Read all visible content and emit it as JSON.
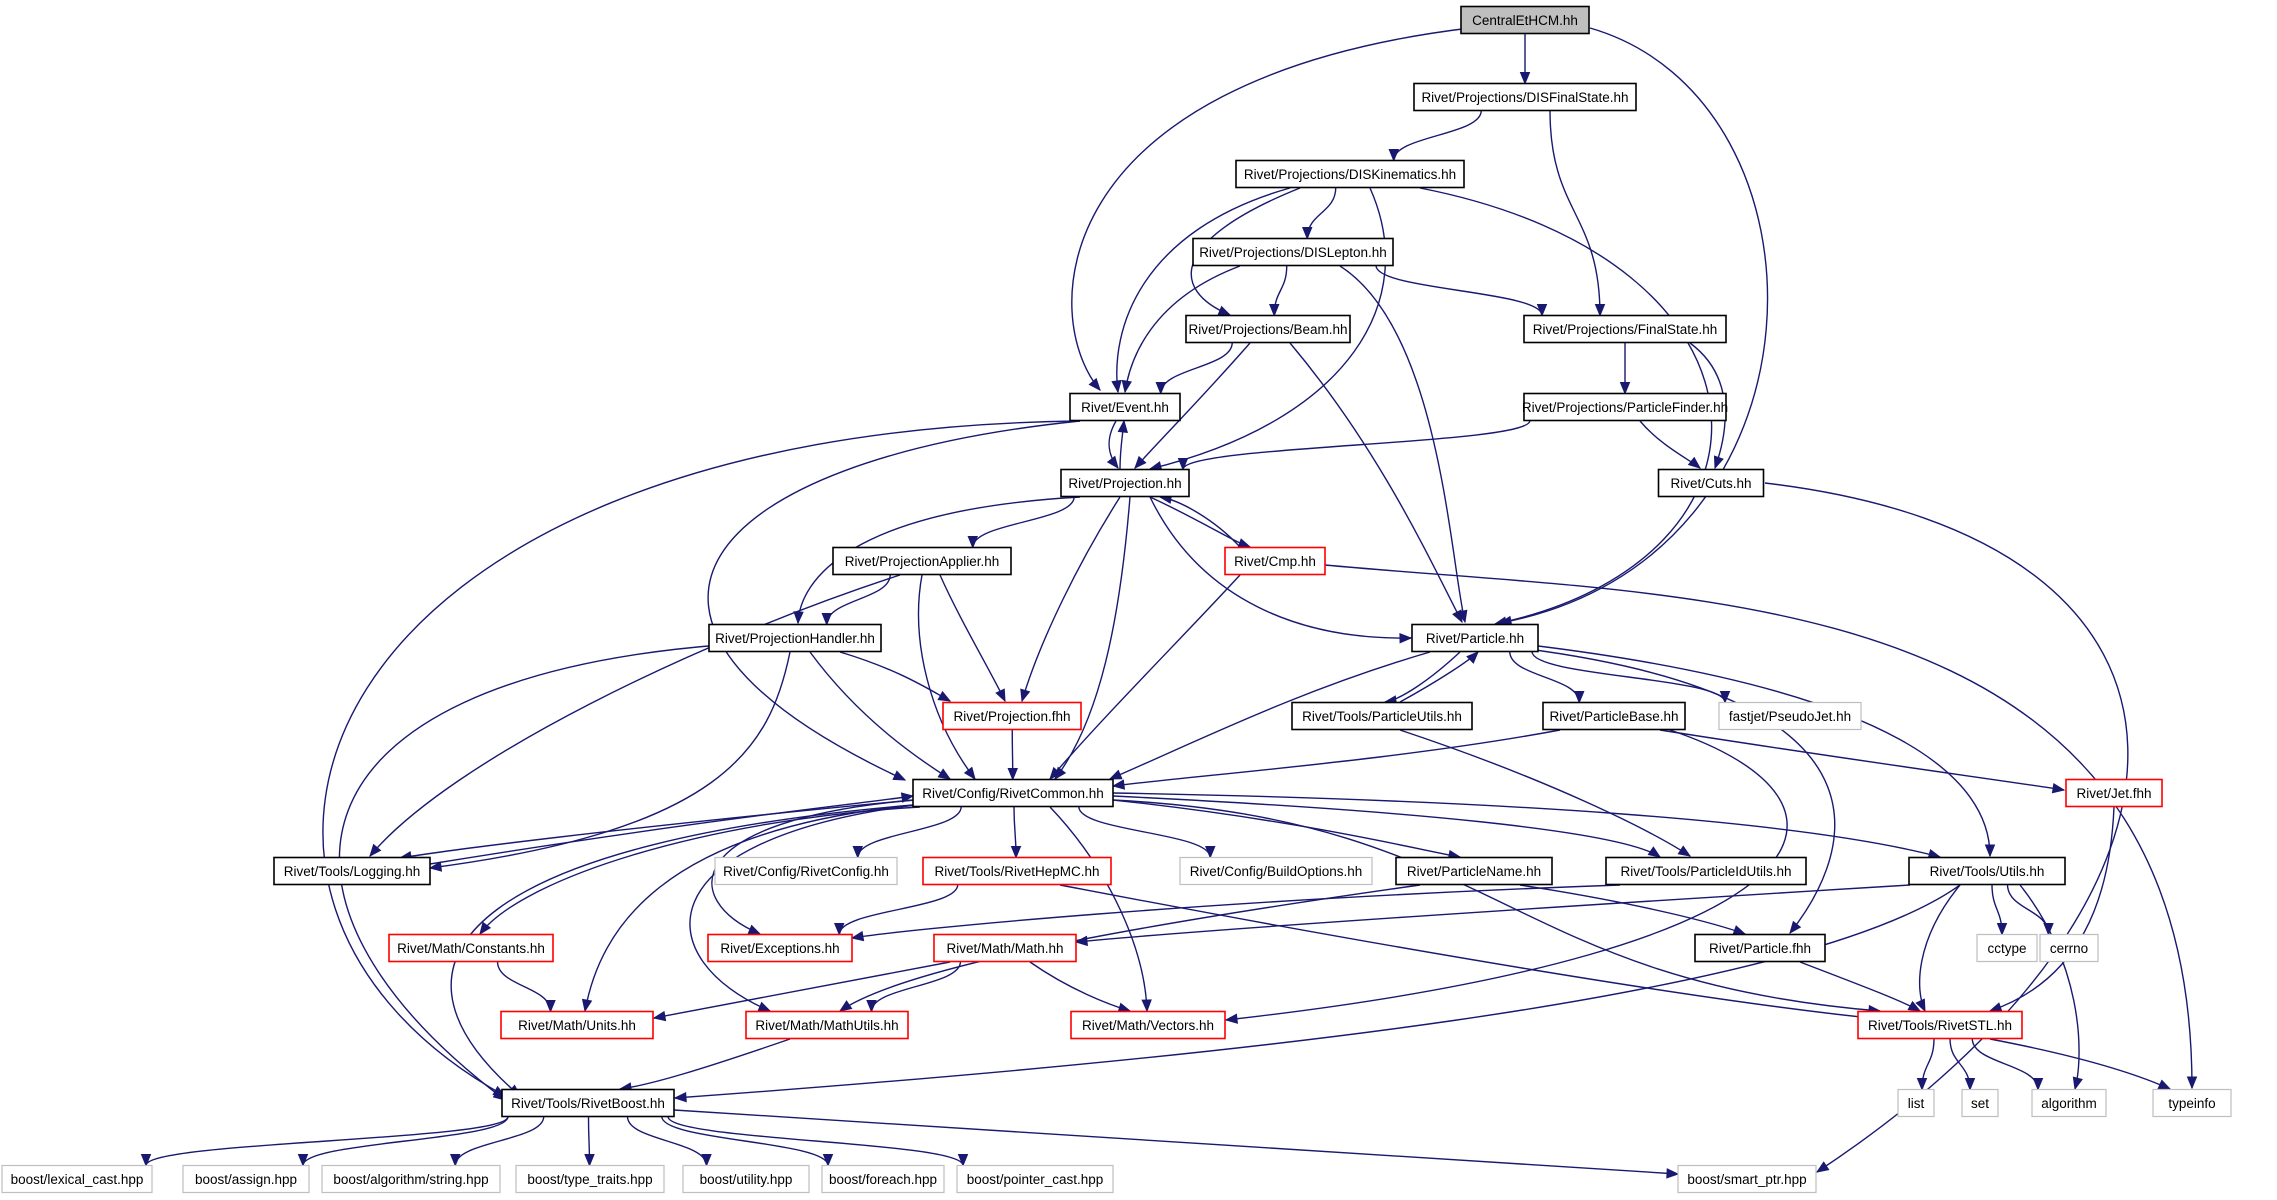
{
  "nodes": {
    "root": {
      "label": "CentralEtHCM.hh",
      "kind": "root"
    },
    "disfs": {
      "label": "Rivet/Projections/DISFinalState.hh",
      "kind": "normal"
    },
    "diskin": {
      "label": "Rivet/Projections/DISKinematics.hh",
      "kind": "normal"
    },
    "dislep": {
      "label": "Rivet/Projections/DISLepton.hh",
      "kind": "normal"
    },
    "beam": {
      "label": "Rivet/Projections/Beam.hh",
      "kind": "normal"
    },
    "finalstate": {
      "label": "Rivet/Projections/FinalState.hh",
      "kind": "normal"
    },
    "pfinder": {
      "label": "Rivet/Projections/ParticleFinder.hh",
      "kind": "normal"
    },
    "event": {
      "label": "Rivet/Event.hh",
      "kind": "normal"
    },
    "projection": {
      "label": "Rivet/Projection.hh",
      "kind": "normal"
    },
    "cuts": {
      "label": "Rivet/Cuts.hh",
      "kind": "normal"
    },
    "projapplier": {
      "label": "Rivet/ProjectionApplier.hh",
      "kind": "normal"
    },
    "cmp": {
      "label": "Rivet/Cmp.hh",
      "kind": "red"
    },
    "projhandler": {
      "label": "Rivet/ProjectionHandler.hh",
      "kind": "normal"
    },
    "particle": {
      "label": "Rivet/Particle.hh",
      "kind": "normal"
    },
    "projfhh": {
      "label": "Rivet/Projection.fhh",
      "kind": "red"
    },
    "putils": {
      "label": "Rivet/Tools/ParticleUtils.hh",
      "kind": "normal"
    },
    "pbase": {
      "label": "Rivet/ParticleBase.hh",
      "kind": "normal"
    },
    "pseudojet": {
      "label": "fastjet/PseudoJet.hh",
      "kind": "ext"
    },
    "jetfhh": {
      "label": "Rivet/Jet.fhh",
      "kind": "red"
    },
    "rivetcommon": {
      "label": "Rivet/Config/RivetCommon.hh",
      "kind": "normal"
    },
    "logging": {
      "label": "Rivet/Tools/Logging.hh",
      "kind": "normal"
    },
    "rivetconfig": {
      "label": "Rivet/Config/RivetConfig.hh",
      "kind": "ext"
    },
    "hepmc": {
      "label": "Rivet/Tools/RivetHepMC.hh",
      "kind": "red"
    },
    "buildopts": {
      "label": "Rivet/Config/BuildOptions.hh",
      "kind": "ext"
    },
    "pname": {
      "label": "Rivet/ParticleName.hh",
      "kind": "normal"
    },
    "pidutils": {
      "label": "Rivet/Tools/ParticleIdUtils.hh",
      "kind": "normal"
    },
    "utils": {
      "label": "Rivet/Tools/Utils.hh",
      "kind": "normal"
    },
    "constants": {
      "label": "Rivet/Math/Constants.hh",
      "kind": "red"
    },
    "exceptions": {
      "label": "Rivet/Exceptions.hh",
      "kind": "red"
    },
    "mathhh": {
      "label": "Rivet/Math/Math.hh",
      "kind": "red"
    },
    "pfhh": {
      "label": "Rivet/Particle.fhh",
      "kind": "normal"
    },
    "cctype": {
      "label": "cctype",
      "kind": "ext"
    },
    "cerrno": {
      "label": "cerrno",
      "kind": "ext"
    },
    "units": {
      "label": "Rivet/Math/Units.hh",
      "kind": "red"
    },
    "mathutils": {
      "label": "Rivet/Math/MathUtils.hh",
      "kind": "red"
    },
    "vectors": {
      "label": "Rivet/Math/Vectors.hh",
      "kind": "red"
    },
    "rivetstl": {
      "label": "Rivet/Tools/RivetSTL.hh",
      "kind": "red"
    },
    "rivetboost": {
      "label": "Rivet/Tools/RivetBoost.hh",
      "kind": "normal"
    },
    "list": {
      "label": "list",
      "kind": "ext"
    },
    "set": {
      "label": "set",
      "kind": "ext"
    },
    "algorithm": {
      "label": "algorithm",
      "kind": "ext"
    },
    "typeinfo": {
      "label": "typeinfo",
      "kind": "ext"
    },
    "lexcast": {
      "label": "boost/lexical_cast.hpp",
      "kind": "ext"
    },
    "assign": {
      "label": "boost/assign.hpp",
      "kind": "ext"
    },
    "algostr": {
      "label": "boost/algorithm/string.hpp",
      "kind": "ext"
    },
    "typetraits": {
      "label": "boost/type_traits.hpp",
      "kind": "ext"
    },
    "utility": {
      "label": "boost/utility.hpp",
      "kind": "ext"
    },
    "foreach": {
      "label": "boost/foreach.hpp",
      "kind": "ext"
    },
    "pointercast": {
      "label": "boost/pointer_cast.hpp",
      "kind": "ext"
    },
    "smartptr": {
      "label": "boost/smart_ptr.hpp",
      "kind": "ext"
    }
  },
  "edges": [
    [
      "root",
      "disfs"
    ],
    [
      "root",
      "event"
    ],
    [
      "root",
      "particle"
    ],
    [
      "disfs",
      "diskin"
    ],
    [
      "disfs",
      "finalstate"
    ],
    [
      "diskin",
      "dislep"
    ],
    [
      "diskin",
      "beam"
    ],
    [
      "diskin",
      "event"
    ],
    [
      "diskin",
      "projection"
    ],
    [
      "diskin",
      "particle"
    ],
    [
      "dislep",
      "beam"
    ],
    [
      "dislep",
      "finalstate"
    ],
    [
      "dislep",
      "event"
    ],
    [
      "dislep",
      "particle"
    ],
    [
      "beam",
      "event"
    ],
    [
      "beam",
      "projection"
    ],
    [
      "beam",
      "particle"
    ],
    [
      "finalstate",
      "pfinder"
    ],
    [
      "finalstate",
      "cuts"
    ],
    [
      "pfinder",
      "projection"
    ],
    [
      "pfinder",
      "cuts"
    ],
    [
      "event",
      "projection"
    ],
    [
      "event",
      "rivetcommon"
    ],
    [
      "event",
      "rivetboost"
    ],
    [
      "projection",
      "event"
    ],
    [
      "projection",
      "cmp"
    ],
    [
      "projection",
      "projapplier"
    ],
    [
      "projection",
      "projhandler"
    ],
    [
      "projection",
      "projfhh"
    ],
    [
      "projection",
      "particle"
    ],
    [
      "projection",
      "rivetcommon"
    ],
    [
      "cuts",
      "smartptr"
    ],
    [
      "cmp",
      "projection"
    ],
    [
      "cmp",
      "rivetcommon"
    ],
    [
      "cmp",
      "typeinfo"
    ],
    [
      "projapplier",
      "projhandler"
    ],
    [
      "projapplier",
      "projfhh"
    ],
    [
      "projapplier",
      "rivetcommon"
    ],
    [
      "projapplier",
      "logging"
    ],
    [
      "projhandler",
      "projfhh"
    ],
    [
      "projhandler",
      "rivetcommon"
    ],
    [
      "projhandler",
      "logging"
    ],
    [
      "projhandler",
      "rivetboost"
    ],
    [
      "projfhh",
      "rivetcommon"
    ],
    [
      "particle",
      "putils"
    ],
    [
      "particle",
      "pbase"
    ],
    [
      "particle",
      "pseudojet"
    ],
    [
      "particle",
      "rivetcommon"
    ],
    [
      "particle",
      "utils"
    ],
    [
      "particle",
      "pfhh"
    ],
    [
      "putils",
      "particle"
    ],
    [
      "putils",
      "pidutils"
    ],
    [
      "pbase",
      "rivetcommon"
    ],
    [
      "pbase",
      "jetfhh"
    ],
    [
      "pbase",
      "vectors"
    ],
    [
      "jetfhh",
      "rivetstl"
    ],
    [
      "rivetcommon",
      "logging"
    ],
    [
      "rivetcommon",
      "rivetconfig"
    ],
    [
      "rivetcommon",
      "hepmc"
    ],
    [
      "rivetcommon",
      "buildopts"
    ],
    [
      "rivetcommon",
      "pname"
    ],
    [
      "rivetcommon",
      "pidutils"
    ],
    [
      "rivetcommon",
      "utils"
    ],
    [
      "rivetcommon",
      "constants"
    ],
    [
      "rivetcommon",
      "exceptions"
    ],
    [
      "rivetcommon",
      "units"
    ],
    [
      "rivetcommon",
      "mathutils"
    ],
    [
      "rivetcommon",
      "vectors"
    ],
    [
      "rivetcommon",
      "rivetstl"
    ],
    [
      "rivetcommon",
      "rivetboost"
    ],
    [
      "logging",
      "rivetcommon"
    ],
    [
      "hepmc",
      "exceptions"
    ],
    [
      "hepmc",
      "rivetstl"
    ],
    [
      "pname",
      "mathutils"
    ],
    [
      "pname",
      "pfhh"
    ],
    [
      "pidutils",
      "exceptions"
    ],
    [
      "utils",
      "mathhh"
    ],
    [
      "utils",
      "cctype"
    ],
    [
      "utils",
      "cerrno"
    ],
    [
      "utils",
      "algorithm"
    ],
    [
      "utils",
      "rivetstl"
    ],
    [
      "utils",
      "rivetboost"
    ],
    [
      "constants",
      "units"
    ],
    [
      "mathhh",
      "units"
    ],
    [
      "mathhh",
      "mathutils"
    ],
    [
      "mathhh",
      "vectors"
    ],
    [
      "mathutils",
      "rivetboost"
    ],
    [
      "pfhh",
      "rivetstl"
    ],
    [
      "rivetstl",
      "list"
    ],
    [
      "rivetstl",
      "set"
    ],
    [
      "rivetstl",
      "algorithm"
    ],
    [
      "rivetstl",
      "typeinfo"
    ],
    [
      "rivetboost",
      "lexcast"
    ],
    [
      "rivetboost",
      "assign"
    ],
    [
      "rivetboost",
      "algostr"
    ],
    [
      "rivetboost",
      "typetraits"
    ],
    [
      "rivetboost",
      "utility"
    ],
    [
      "rivetboost",
      "foreach"
    ],
    [
      "rivetboost",
      "pointercast"
    ],
    [
      "rivetboost",
      "smartptr"
    ]
  ]
}
